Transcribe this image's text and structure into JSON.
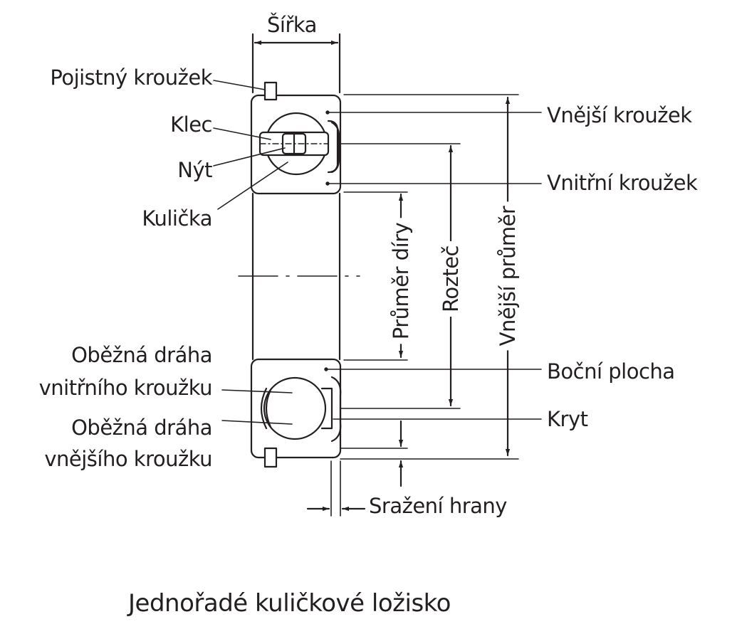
{
  "labels": {
    "sirka": "Šířka",
    "pojistny_krouzek": "Pojistný kroužek",
    "klec": "Klec",
    "nyt": "Nýt",
    "kulicka": "Kulička",
    "vnejsi_krouzek": "Vnější kroužek",
    "vnitrni_krouzek": "Vnitřní kroužek",
    "prumer_diry": "Průměr díry",
    "roztec": "Rozteč",
    "vnejsi_prumer": "Vnější průměr",
    "obezna_draha_vnitrniho_1": "Oběžná dráha",
    "obezna_draha_vnitrniho_2": "vnitřního kroužku",
    "obezna_draha_vnejsiho_1": "Oběžná dráha",
    "obezna_draha_vnejsiho_2": "vnějšího kroužku",
    "bocni_plocha": "Boční plocha",
    "kryt": "Kryt",
    "srazeni_hrany": "Sražení hrany"
  },
  "caption": "Jednořadé kuličkové ložisko",
  "colors": {
    "line": "#231f20",
    "background": "#ffffff"
  }
}
